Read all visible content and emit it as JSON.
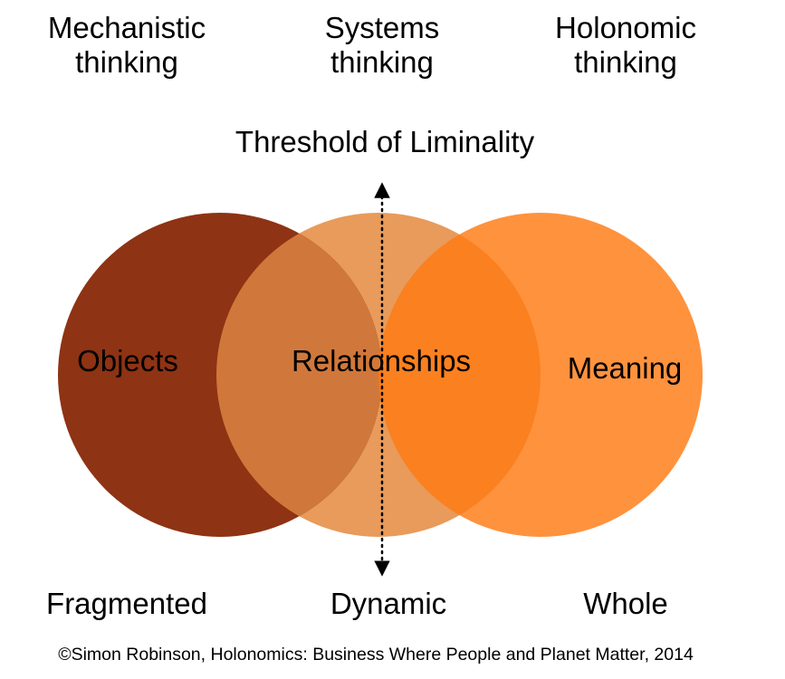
{
  "headings": {
    "left": [
      "Mechanistic",
      "thinking"
    ],
    "middle": [
      "Systems",
      "thinking"
    ],
    "right": [
      "Holonomic",
      "thinking"
    ]
  },
  "threshold_label": "Threshold of Liminality",
  "circles": [
    {
      "label": "Objects",
      "color": "#8E3313"
    },
    {
      "label": "Relationships",
      "color": "#E89B5A"
    },
    {
      "label": "Meaning",
      "color": "#FF7A12"
    }
  ],
  "bottom": {
    "left": "Fragmented",
    "middle": "Dynamic",
    "right": "Whole"
  },
  "copyright": "©Simon Robinson, Holonomics: Business Where People and Planet Matter, 2014"
}
